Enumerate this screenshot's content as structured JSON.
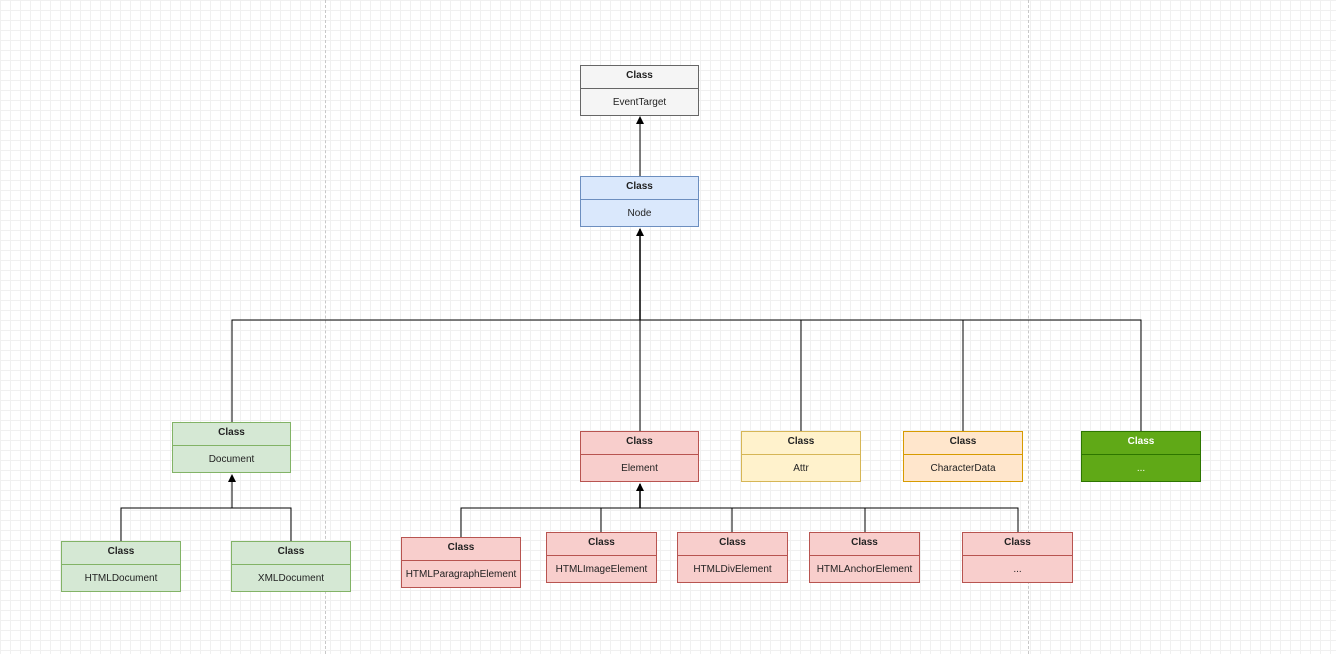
{
  "diagram": {
    "header_label": "Class",
    "classes": {
      "event_target": "EventTarget",
      "node": "Node",
      "document": "Document",
      "element": "Element",
      "attr": "Attr",
      "character_data": "CharacterData",
      "node_more": "...",
      "html_document": "HTMLDocument",
      "xml_document": "XMLDocument",
      "html_paragraph_element": "HTMLParagraphElement",
      "html_image_element": "HTMLImageElement",
      "html_div_element": "HTMLDivElement",
      "html_anchor_element": "HTMLAnchorElement",
      "element_more": "..."
    },
    "colors": {
      "gray_fill": "#f5f5f5",
      "gray_stroke": "#666666",
      "blue_fill": "#dae8fc",
      "blue_stroke": "#6c8ebf",
      "green_fill": "#d5e8d4",
      "green_stroke": "#82b366",
      "red_fill": "#f8cecc",
      "red_stroke": "#b85450",
      "yellow_fill": "#fff2cc",
      "yellow_stroke": "#d6b656",
      "orange_fill": "#ffe6cc",
      "orange_stroke": "#d79b00",
      "dark_green_fill": "#60a917",
      "dark_green_stroke": "#2d7600"
    },
    "edges": [
      {
        "from": "node",
        "to": "event_target"
      },
      {
        "from": "document",
        "to": "node"
      },
      {
        "from": "element",
        "to": "node"
      },
      {
        "from": "attr",
        "to": "node"
      },
      {
        "from": "character_data",
        "to": "node"
      },
      {
        "from": "node_more",
        "to": "node"
      },
      {
        "from": "html_document",
        "to": "document"
      },
      {
        "from": "xml_document",
        "to": "document"
      },
      {
        "from": "html_paragraph_element",
        "to": "element"
      },
      {
        "from": "html_image_element",
        "to": "element"
      },
      {
        "from": "html_div_element",
        "to": "element"
      },
      {
        "from": "html_anchor_element",
        "to": "element"
      },
      {
        "from": "element_more",
        "to": "element"
      }
    ]
  }
}
